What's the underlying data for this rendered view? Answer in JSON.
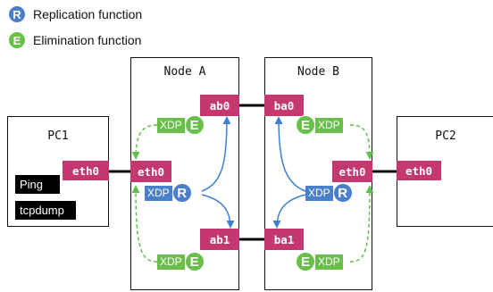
{
  "legend": {
    "replication": {
      "letter": "R",
      "label": "Replication function"
    },
    "elimination": {
      "letter": "E",
      "label": "Elimination function"
    }
  },
  "nodes": {
    "pc1": {
      "title": "PC1"
    },
    "node_a": {
      "title": "Node A"
    },
    "node_b": {
      "title": "Node B"
    },
    "pc2": {
      "title": "PC2"
    }
  },
  "interfaces": {
    "pc1_eth0": "eth0",
    "a_eth0": "eth0",
    "a_ab0": "ab0",
    "a_ab1": "ab1",
    "b_ba0": "ba0",
    "b_ba1": "ba1",
    "b_eth0": "eth0",
    "pc2_eth0": "eth0"
  },
  "tools": {
    "ping": "Ping",
    "tcpdump": "tcpdump"
  },
  "xdp_tags": {
    "xdp": "XDP",
    "replication_letter": "R",
    "elimination_letter": "E"
  },
  "colors": {
    "interface": "#c4386f",
    "xdp_elimination": "#6abf4b",
    "xdp_replication": "#4a7fca",
    "replication_path": "#3f7fd1",
    "elimination_path": "#5fbf4b",
    "wire": "#000000"
  },
  "icons": [
    "replication-badge-icon",
    "elimination-badge-icon"
  ]
}
